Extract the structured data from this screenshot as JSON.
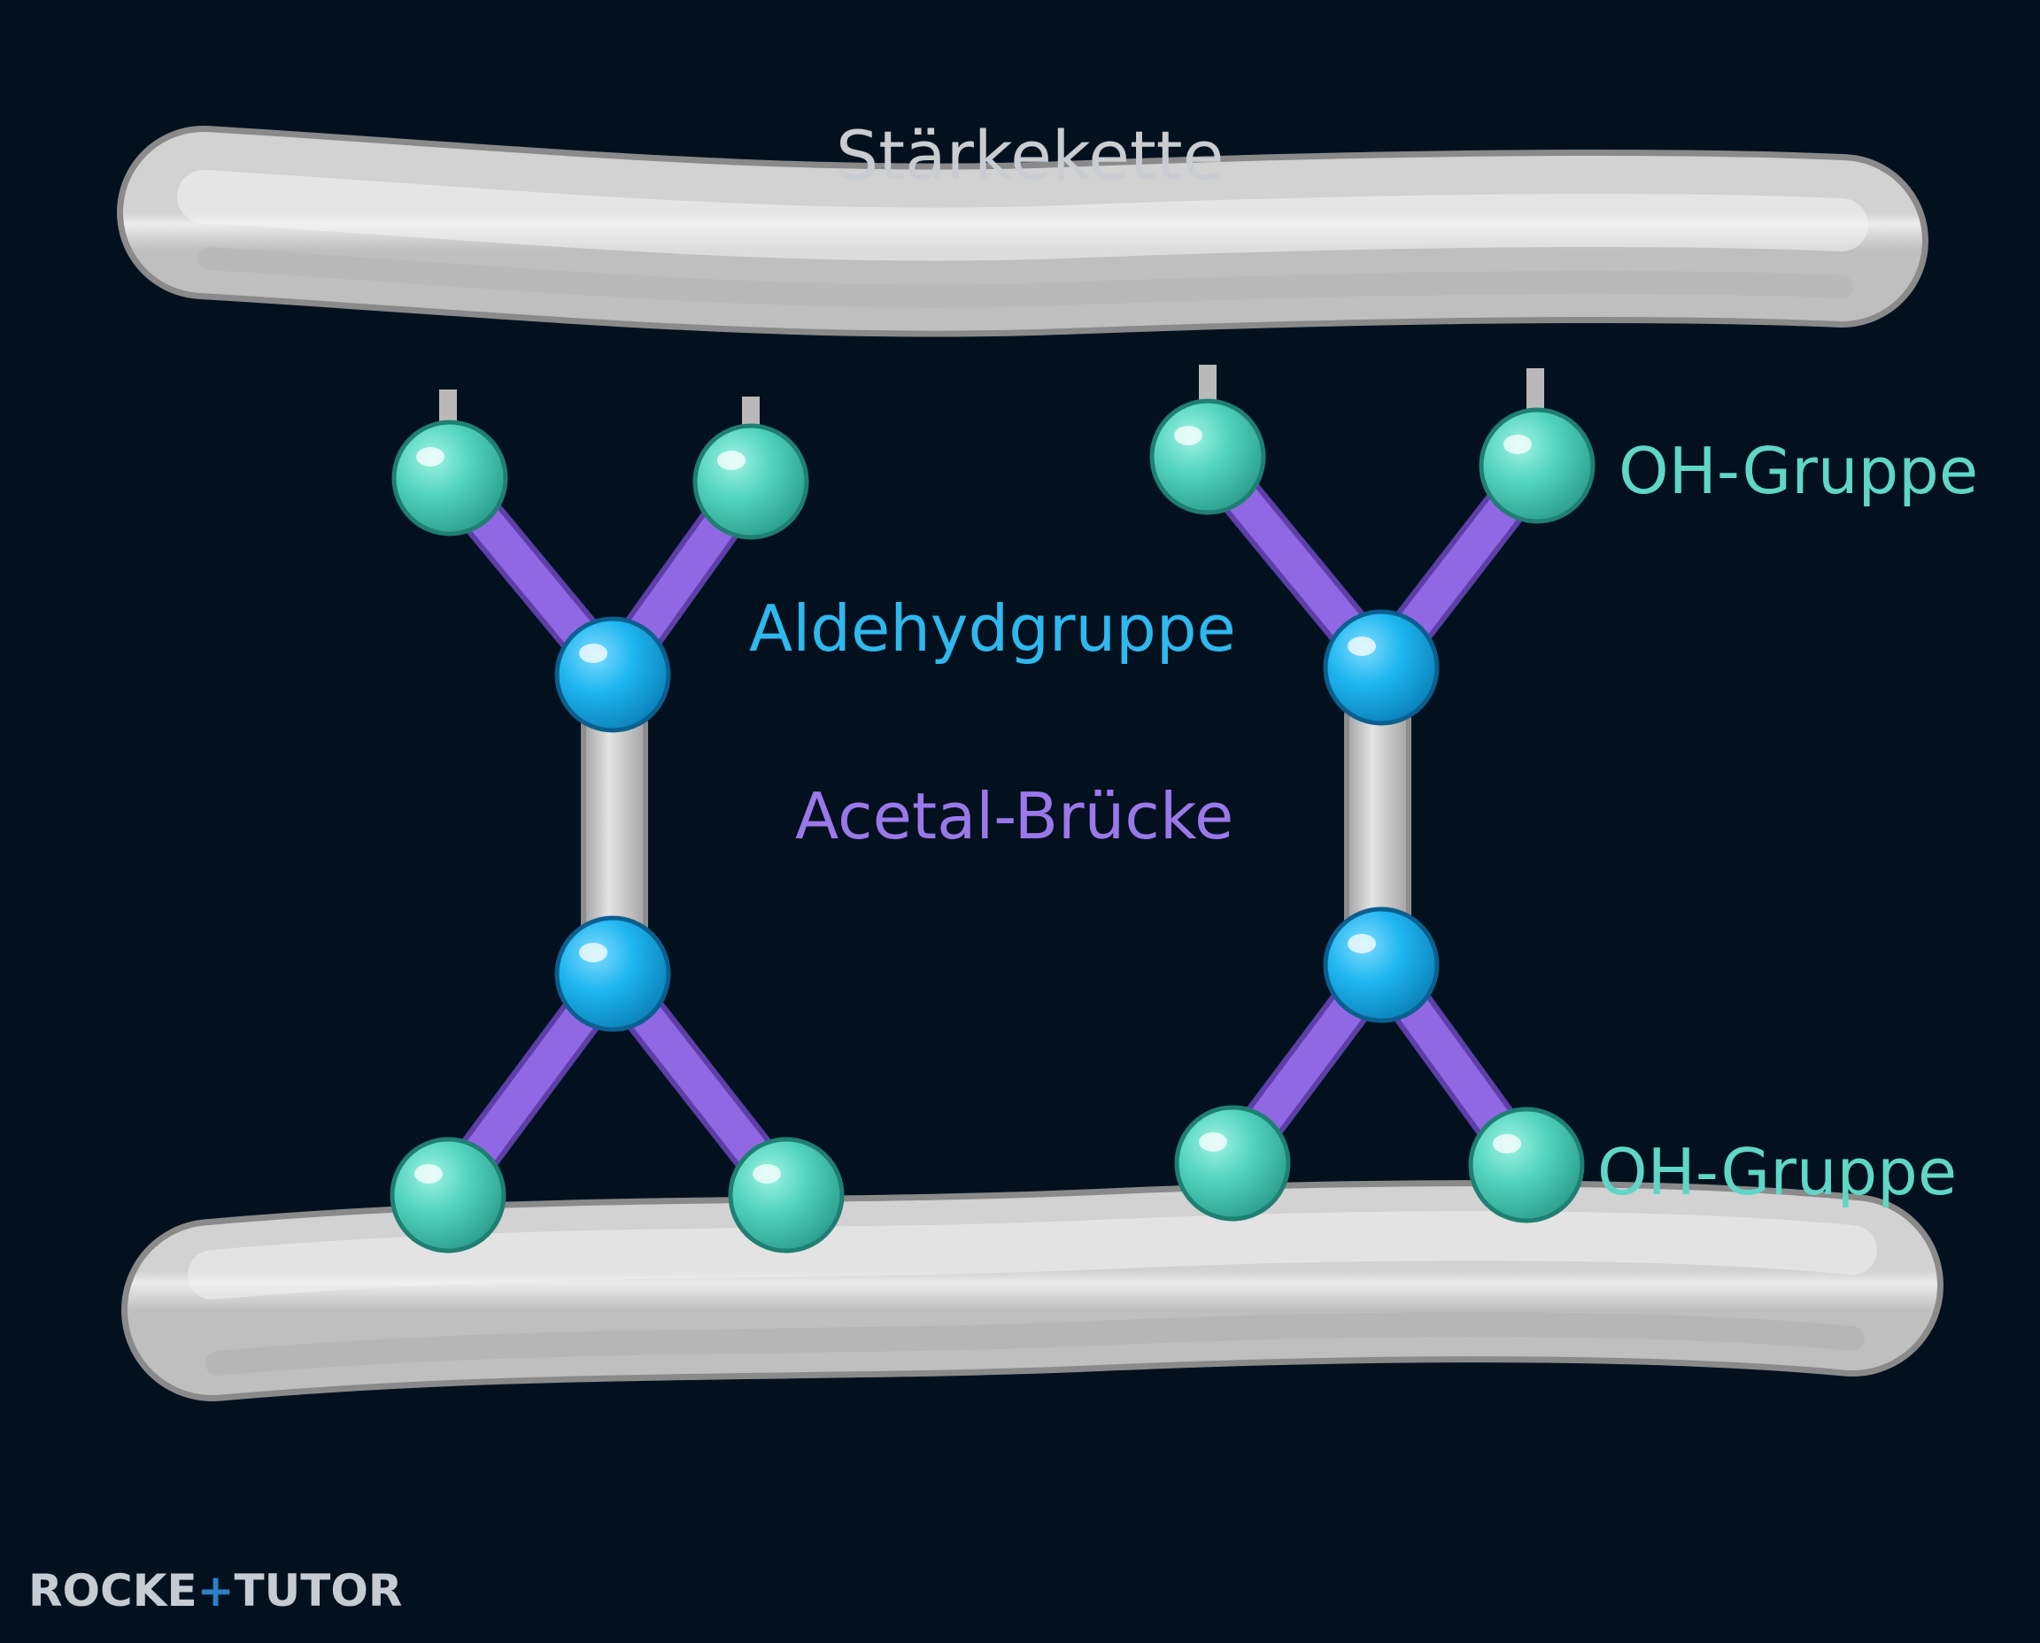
{
  "labels": {
    "chain": "Stärkekette",
    "aldehyde": "Aldehydgruppe",
    "acetal": "Acetal-Brücke",
    "oh_top": "OH-Gruppe",
    "oh_bottom": "OH-Gruppe"
  },
  "logo": {
    "part1": "ROCKE",
    "part2": "+",
    "part3": "TUTOR"
  },
  "colors": {
    "background": "#03111f",
    "chain": "#dcdcdc",
    "oh_atom": "#4fd6c0",
    "aldehyde_atom": "#1cb4ee",
    "acetal_bond": "#8e63e0",
    "chain_label": "#c9ccd1",
    "aldehyde_label": "#2eb8ee",
    "acetal_label": "#9a78ea",
    "oh_label": "#5fd6c6"
  }
}
